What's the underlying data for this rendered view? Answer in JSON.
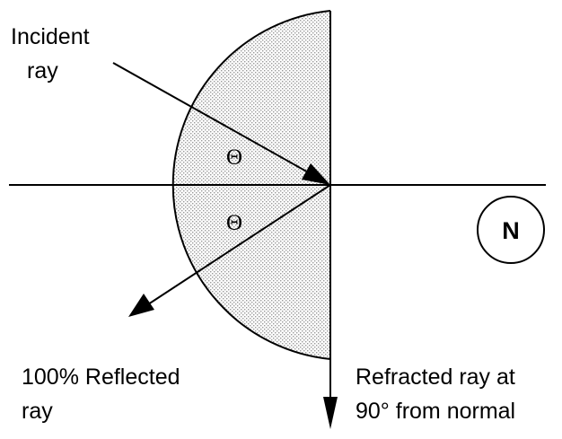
{
  "labels": {
    "incident_line1": "Incident",
    "incident_line2": "ray",
    "theta_upper": "Θ",
    "theta_lower": "Θ",
    "reflected_line1": "100% Reflected",
    "reflected_line2": "ray",
    "refracted_line1": "Refracted ray at",
    "refracted_line2": "90° from normal",
    "normal_marker": "N"
  },
  "colors": {
    "stroke": "#000000",
    "fill_dots": "#9a9a9a",
    "background": "#ffffff"
  }
}
